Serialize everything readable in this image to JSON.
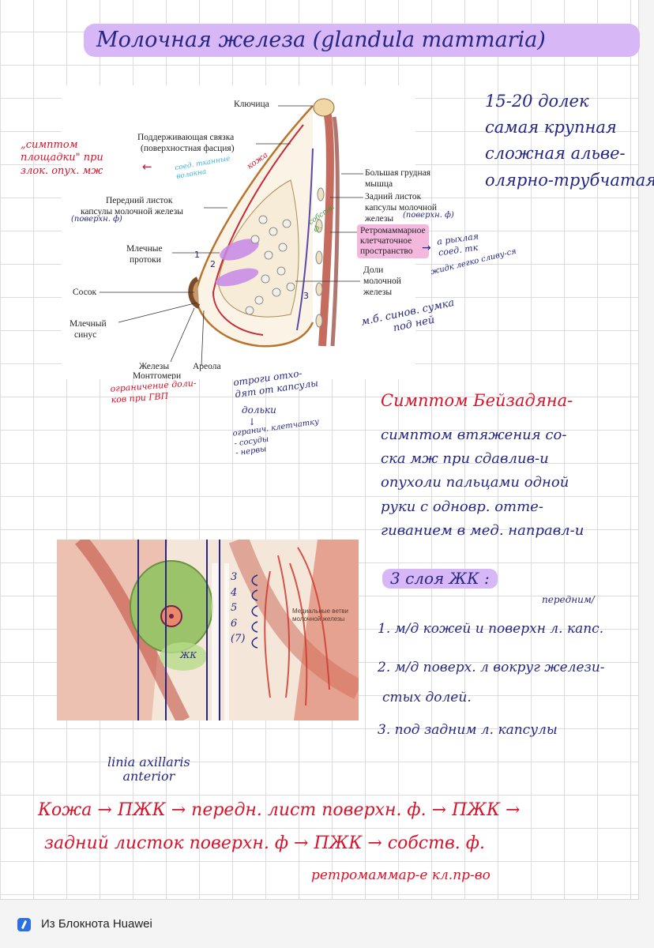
{
  "title": "Молочная железа (glandula mammaria)",
  "diagram1": {
    "labels": {
      "clavicle": "Ключица",
      "ligament_1": "Поддерживающая связка",
      "ligament_2": "(поверхностная фасция)",
      "pec_1": "Большая грудная",
      "pec_2": "мышца",
      "post_1": "Задний листок",
      "post_2": "капсулы молочной",
      "post_3": "железы",
      "retro_1": "Ретромаммарное",
      "retro_2": "клетчаточное",
      "retro_3": "пространство",
      "ant_1": "Передний листок",
      "ant_2": "капсулы молочной железы",
      "ducts_1": "Млечные",
      "ducts_2": "протоки",
      "nipple": "Сосок",
      "lobes_1": "Доли",
      "lobes_2": "молочной",
      "lobes_3": "железы",
      "sinus_1": "Млечный",
      "sinus_2": "синус",
      "montgomery_1": "Железы",
      "montgomery_2": "Монтгомери",
      "areola": "Ареола"
    }
  },
  "annotations": {
    "symptom_platform": [
      "„симптом",
      "площадки\" при",
      "злок. опух. мж"
    ],
    "connective_strands": [
      "соед. тканные",
      "волокна"
    ],
    "skin": "кожа",
    "superficial_fascia_ant": "(поверхн. ф)",
    "superficial_fascia_post": "(поверхн. ф)",
    "own_fascia": [
      "собств.",
      "ф."
    ],
    "loose_tissue": [
      "а рыхлая",
      "соед. тк"
    ],
    "spread": "жидк легко сливу-ся",
    "mb_pocket": [
      "м.б. синов. сумка",
      "под ней"
    ],
    "processes": [
      "отроги отхо-",
      "дят от капсулы"
    ],
    "montgomery_limit": [
      "ограничение доли-",
      "ков при ГВП"
    ],
    "lobules": [
      "дольки",
      "↓"
    ],
    "limit_tissue": [
      "огранич. клетчатку",
      "- сосуды",
      "- нервы"
    ],
    "sector_number": "1",
    "sector_number_2": "2",
    "sector_number_3": "3"
  },
  "facts": [
    "15-20 долек",
    "самая крупная",
    "сложная альве-",
    "олярно-трубчатая"
  ],
  "benzadyan": {
    "heading": "Симптом Бейзадяна-",
    "lines": [
      "симптом втяжения со-",
      "ска мж при сдавлив-и",
      "опухоли пальцами одной",
      "руки с одновр. отте-",
      "гиванием в мед. направл-и"
    ]
  },
  "diagram2": {
    "ribs": [
      "3",
      "4",
      "5",
      "6",
      "(7)"
    ],
    "medial_branches_1": "Медиальные ветви",
    "medial_branches_2": "молочной железы",
    "zhk_label": "ЖК",
    "axillary_label_1": "linia axillaris",
    "axillary_label_2": "anterior"
  },
  "layers": {
    "heading": "3 слоя ЖК :",
    "items": [
      "1. м/д кожей и поверхн л. капс.",
      "2. м/д поверх. л вокруг желези-",
      "стых долей.",
      "3. под задним л. капсулы"
    ],
    "note_ant": "передним/"
  },
  "chain": {
    "line1": "Кожа → ПЖК → передн. лист поверхн. ф. → ПЖК →",
    "line2": "задний листок поверхн. ф → ПЖК → собств. ф.",
    "line3": "ретромаммар-е кл.пр-во"
  },
  "footer": {
    "text": "Из Блокнота Huawei",
    "icon": "notes-app-icon"
  },
  "colors": {
    "navy_ink": "#252782",
    "red_ink": "#d8132a",
    "green_ink": "#3c9c3c",
    "cyan_ink": "#3eb6d8",
    "highlight": "#d7b7f5",
    "pink_highlight": "#f4b8de"
  }
}
